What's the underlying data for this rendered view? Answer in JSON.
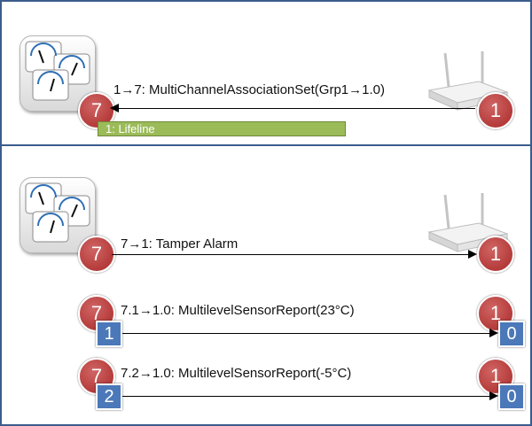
{
  "colors": {
    "panel_border": "#3b5c8c",
    "node_red": "#b43b3a",
    "endpoint_blue": "#4b78b8",
    "lifeline_green": "#9bbb59"
  },
  "icons": {
    "sensor": "meter-cluster-icon",
    "controller": "router-icon"
  },
  "top": {
    "sensor_node": "7",
    "controller_node": "1",
    "message": "1→7: MultiChannelAssociationSet(Grp1→1.0)",
    "lifeline_label": "1: Lifeline"
  },
  "bottom": {
    "tamper": {
      "src_node": "7",
      "dst_node": "1",
      "message": "7→1: Tamper Alarm"
    },
    "report1": {
      "src_node": "7",
      "src_endpoint": "1",
      "dst_node": "1",
      "dst_endpoint": "0",
      "message": "7.1→1.0: MultilevelSensorReport(23°C)"
    },
    "report2": {
      "src_node": "7",
      "src_endpoint": "2",
      "dst_node": "1",
      "dst_endpoint": "0",
      "message": "7.2→1.0: MultilevelSensorReport(-5°C)"
    }
  }
}
